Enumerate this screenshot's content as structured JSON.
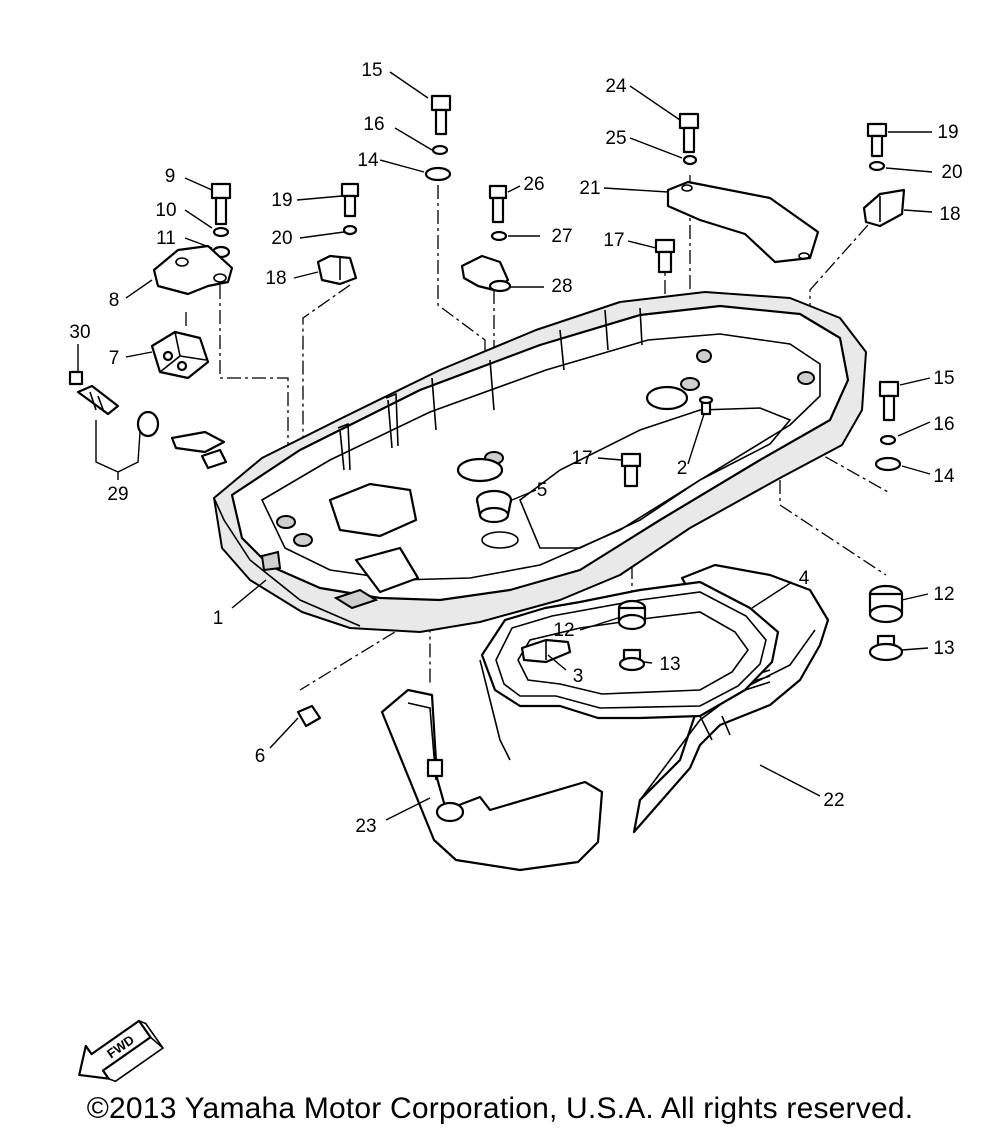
{
  "callouts": [
    {
      "id": "1",
      "label": "1"
    },
    {
      "id": "2",
      "label": "2"
    },
    {
      "id": "3",
      "label": "3"
    },
    {
      "id": "4",
      "label": "4"
    },
    {
      "id": "5",
      "label": "5"
    },
    {
      "id": "6",
      "label": "6"
    },
    {
      "id": "7",
      "label": "7"
    },
    {
      "id": "8",
      "label": "8"
    },
    {
      "id": "9",
      "label": "9"
    },
    {
      "id": "10",
      "label": "10"
    },
    {
      "id": "11",
      "label": "11"
    },
    {
      "id": "12a",
      "label": "12"
    },
    {
      "id": "12b",
      "label": "12"
    },
    {
      "id": "13a",
      "label": "13"
    },
    {
      "id": "13b",
      "label": "13"
    },
    {
      "id": "14a",
      "label": "14"
    },
    {
      "id": "14b",
      "label": "14"
    },
    {
      "id": "15a",
      "label": "15"
    },
    {
      "id": "15b",
      "label": "15"
    },
    {
      "id": "16a",
      "label": "16"
    },
    {
      "id": "16b",
      "label": "16"
    },
    {
      "id": "17a",
      "label": "17"
    },
    {
      "id": "17b",
      "label": "17"
    },
    {
      "id": "18a",
      "label": "18"
    },
    {
      "id": "18b",
      "label": "18"
    },
    {
      "id": "19a",
      "label": "19"
    },
    {
      "id": "19b",
      "label": "19"
    },
    {
      "id": "20a",
      "label": "20"
    },
    {
      "id": "20b",
      "label": "20"
    },
    {
      "id": "21",
      "label": "21"
    },
    {
      "id": "22",
      "label": "22"
    },
    {
      "id": "23",
      "label": "23"
    },
    {
      "id": "24",
      "label": "24"
    },
    {
      "id": "25",
      "label": "25"
    },
    {
      "id": "26",
      "label": "26"
    },
    {
      "id": "27",
      "label": "27"
    },
    {
      "id": "28",
      "label": "28"
    },
    {
      "id": "29",
      "label": "29"
    },
    {
      "id": "30",
      "label": "30"
    }
  ],
  "fwd_label": "FWD",
  "copyright": "©2013 Yamaha Motor Corporation, U.S.A. All rights reserved."
}
